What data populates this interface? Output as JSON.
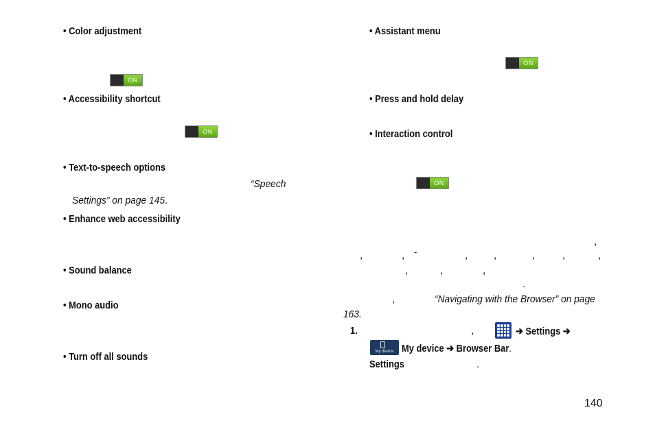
{
  "left_column": {
    "items": [
      {
        "label": "Color adjustment"
      },
      {
        "label": "Accessibility shortcut"
      },
      {
        "label": "Text-to-speech options"
      },
      {
        "label": "Enhance web accessibility"
      },
      {
        "label": "Sound balance"
      },
      {
        "label": "Mono audio"
      },
      {
        "label": "Turn off all sounds"
      }
    ],
    "speech_ref_open": "“Speech",
    "speech_ref_close": "Settings”  on page 145",
    "speech_ref_period": "."
  },
  "right_column": {
    "items": [
      {
        "label": "Assistant menu"
      },
      {
        "label": "Press and hold delay"
      },
      {
        "label": "Interaction control"
      }
    ],
    "browser_ref": "“Navigating with the Browser”  on page",
    "browser_ref_page": "163.",
    "step_number": "1.",
    "step_settings": "➔ Settings ➔",
    "step_path": "My device ➔ Browser Bar",
    "step_path_period": ".",
    "settings_word": "Settings",
    "trailing_period": "."
  },
  "toggle_label": "ON",
  "icons": {
    "apps_icon": "apps-grid-icon",
    "my_device_icon": "my-device-icon",
    "my_device_caption": "My device"
  },
  "stray_marks": {
    "comma": ",",
    "dash": "-",
    "period": "."
  },
  "page_number": "140",
  "colors": {
    "toggle_on": "#6bbf22",
    "toggle_bg": "#2b2b2b",
    "icon_blue": "#1f3f8f"
  }
}
